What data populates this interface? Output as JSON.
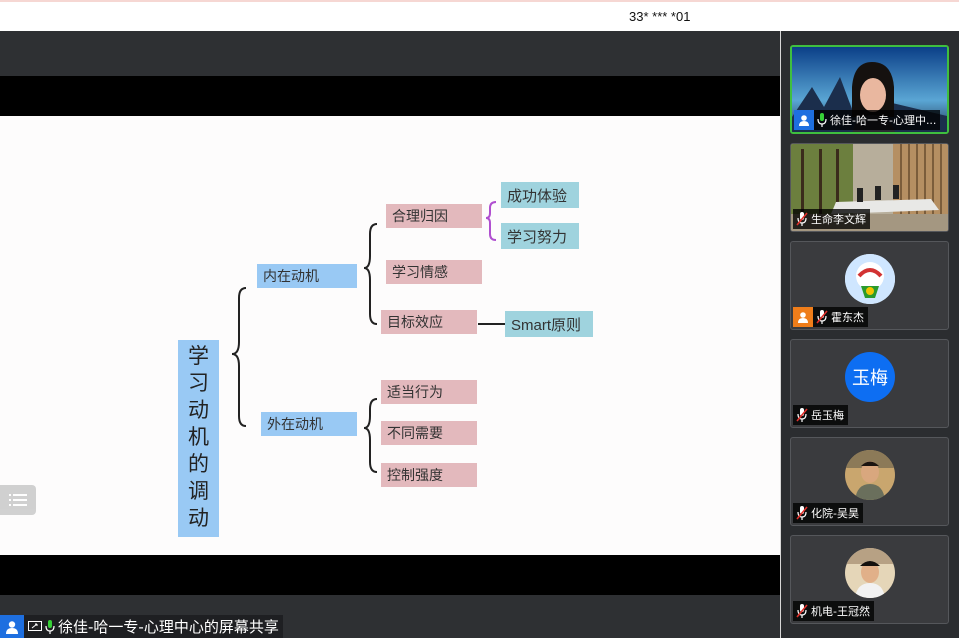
{
  "meeting": {
    "id_display": "33* *** *01"
  },
  "share": {
    "sharer_label": "徐佳-哈一专-心理中心的屏幕共享"
  },
  "mindmap": {
    "root_chars": [
      "学",
      "习",
      "动",
      "机",
      "的",
      "调",
      "动"
    ],
    "level1": {
      "intrinsic": "内在动机",
      "extrinsic": "外在动机"
    },
    "intrinsic_children": {
      "attribution": "合理归因",
      "emotion": "学习情感",
      "goal": "目标效应"
    },
    "attribution_children": {
      "success": "成功体验",
      "effort": "学习努力"
    },
    "goal_child": "Smart原则",
    "extrinsic_children": {
      "behavior": "适当行为",
      "needs": "不同需要",
      "intensity": "控制强度"
    }
  },
  "participants": [
    {
      "name": "徐佳-哈一专-心理中...",
      "role": "host",
      "mic": "on",
      "video": true
    },
    {
      "name": "生命李文辉",
      "role": "none",
      "mic": "muted",
      "video": true
    },
    {
      "name": "霍东杰",
      "role": "cohost",
      "mic": "muted",
      "video": false
    },
    {
      "name": "岳玉梅",
      "role": "none",
      "mic": "muted",
      "video": false,
      "initial": "玉梅"
    },
    {
      "name": "化院-吴昊",
      "role": "none",
      "mic": "muted",
      "video": false
    },
    {
      "name": "机电-王冠然",
      "role": "none",
      "mic": "muted",
      "video": false
    }
  ],
  "colors": {
    "host_blue": "#1e6fe0",
    "active_green": "#3fbf3f",
    "avatar_blue": "#0d6ef2",
    "pink_node": "#e3b9bd",
    "blue_node": "#99c9f4",
    "teal_node": "#9fd3de"
  }
}
